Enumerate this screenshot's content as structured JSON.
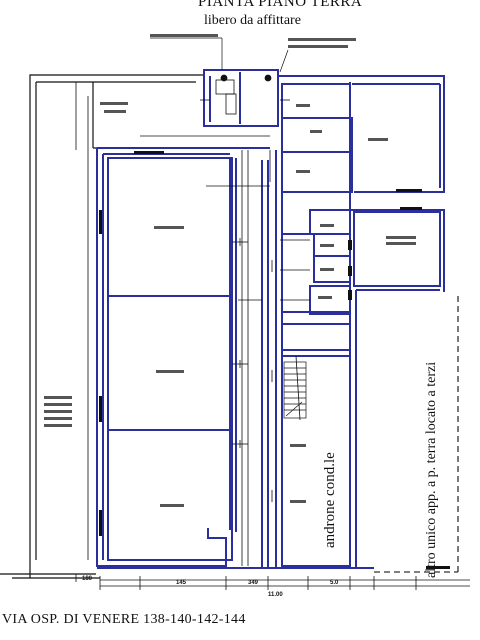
{
  "header": {
    "title": "PIANTA PIANO TERRA",
    "subtitle": "libero da affittare"
  },
  "footer": {
    "address": "VIA OSP. DI VENERE 138-140-142-144"
  },
  "labels": {
    "androne": "androne cond.le",
    "altro_appartamento": "altro unico app. a p. terra locato a terzi"
  },
  "dimensions": {
    "bottom": [
      "145",
      "349",
      "5.0"
    ],
    "left_base": "180",
    "total_width": "11.00"
  },
  "colors": {
    "wall": "#2b2f9e",
    "line": "#111111",
    "dash": "#333333"
  }
}
